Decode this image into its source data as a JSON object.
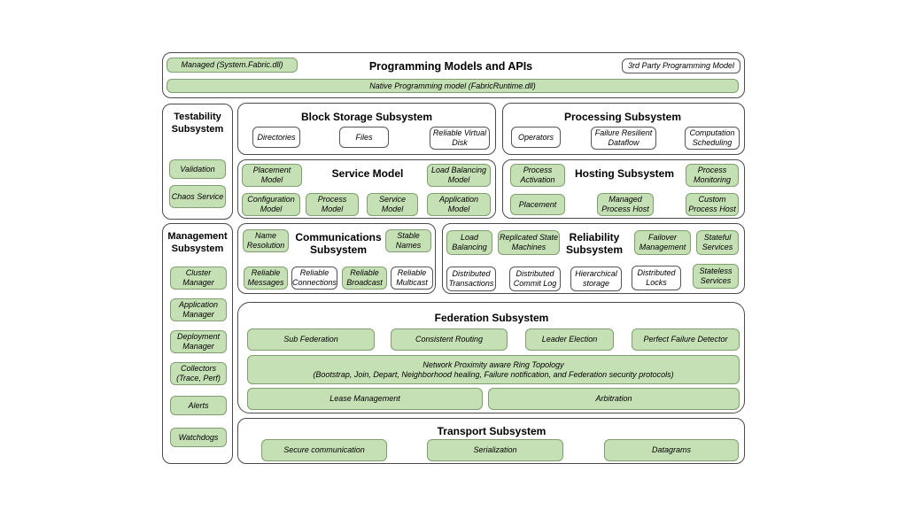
{
  "colors": {
    "green_fill": "#c5e0b4",
    "border": "#4a4a4a",
    "background": "#ffffff"
  },
  "programming": {
    "title": "Programming Models and APIs",
    "managed": "Managed (System.Fabric.dll)",
    "third_party": "3rd Party Programming Model",
    "native": "Native  Programming model (FabricRuntime.dll)"
  },
  "testability": {
    "title": "Testability Subsystem",
    "items": [
      "Validation",
      "Chaos Service"
    ]
  },
  "management": {
    "title": "Management Subsystem",
    "items": [
      "Cluster Manager",
      "Application Manager",
      "Deployment Manager",
      "Collectors (Trace, Perf)",
      "Alerts",
      "Watchdogs"
    ]
  },
  "block_storage": {
    "title": "Block Storage Subsystem",
    "items": [
      "Directories",
      "Files",
      "Reliable Virtual Disk"
    ]
  },
  "processing": {
    "title": "Processing Subsystem",
    "items": [
      "Operators",
      "Failure Resilient Dataflow",
      "Computation Scheduling"
    ]
  },
  "service_model": {
    "title": "Service Model",
    "items": [
      "Placement Model",
      "Load Balancing Model",
      "Configuration Model",
      "Process Model",
      "Service Model",
      "Application Model"
    ]
  },
  "hosting": {
    "title": "Hosting Subsystem",
    "items": [
      "Process Activation",
      "Process Monitoring",
      "Placement",
      "Managed Process Host",
      "Custom Process Host"
    ]
  },
  "communications": {
    "title": "Communications Subsystem",
    "items": [
      "Name Resolution",
      "Stable Names",
      "Reliable Messages",
      "Reliable Connections",
      "Reliable Broadcast",
      "Reliable Multicast"
    ]
  },
  "reliability": {
    "title": "Reliability Subsystem",
    "items": [
      "Load Balancing",
      "Replicated State Machines",
      "Failover Management",
      "Stateful Services",
      "Distributed Transactions",
      "Distributed Commit Log",
      "Hierarchical storage",
      "Distributed Locks",
      "Stateless Services"
    ]
  },
  "federation": {
    "title": "Federation Subsystem",
    "items": [
      "Sub Federation",
      "Consistent Routing",
      "Leader Election",
      "Perfect Failure Detector"
    ],
    "ring_line1": "Network Proximity aware Ring Topology",
    "ring_line2": "(Bootstrap, Join, Depart, Neighborhood healing, Failure notification, and Federation security protocols)",
    "lease": "Lease Management",
    "arbitration": "Arbitration"
  },
  "transport": {
    "title": "Transport Subsystem",
    "items": [
      "Secure communication",
      "Serialization",
      "Datagrams"
    ]
  }
}
